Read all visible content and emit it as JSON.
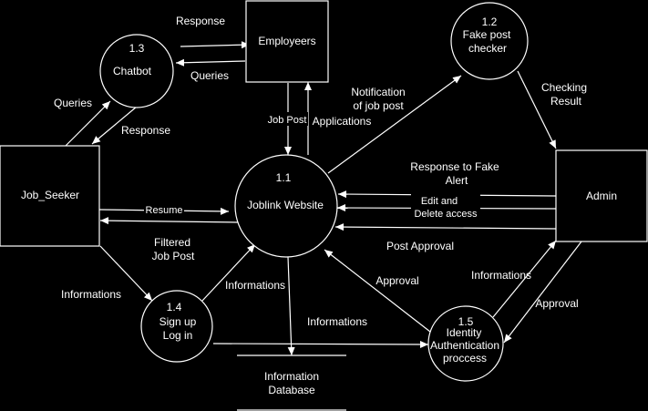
{
  "processes": {
    "p11": {
      "num": "1.1",
      "name": "Joblink Website"
    },
    "p12": {
      "num": "1.2",
      "name_line1": "Fake post",
      "name_line2": "checker"
    },
    "p13": {
      "num": "1.3",
      "name": "Chatbot"
    },
    "p14": {
      "num": "1.4",
      "name_line1": "Sign up",
      "name_line2": "Log in"
    },
    "p15": {
      "num": "1.5",
      "name_line1": "Identity",
      "name_line2": "Authentication",
      "name_line3": "proccess"
    }
  },
  "entities": {
    "employers": "Employeers",
    "job_seeker": "Job_Seeker",
    "admin": "Admin"
  },
  "datastore": {
    "line1": "Information",
    "line2": "Database"
  },
  "flow_labels": {
    "response_top": "Response",
    "queries_emp": "Queries",
    "queries_js": "Queries",
    "response_js": "Response",
    "job_post": "Job Post",
    "applications": "Applications",
    "notif_line1": "Notification",
    "notif_line2": "of job post",
    "checking_line1": "Checking",
    "checking_line2": "Result",
    "fake_alert_line1": "Response to Fake",
    "fake_alert_line2": "Alert",
    "edit_line1": "Edit and",
    "edit_line2": "Delete access",
    "resume": "Resume",
    "filtered_line1": "Filtered",
    "filtered_line2": "Job Post",
    "post_approval": "Post Approval",
    "informations_left": "Informations",
    "informations_14": "Informations",
    "informations_db": "Informations",
    "informations_admin": "Informations",
    "approval_center": "Approval",
    "approval_right": "Approval"
  }
}
